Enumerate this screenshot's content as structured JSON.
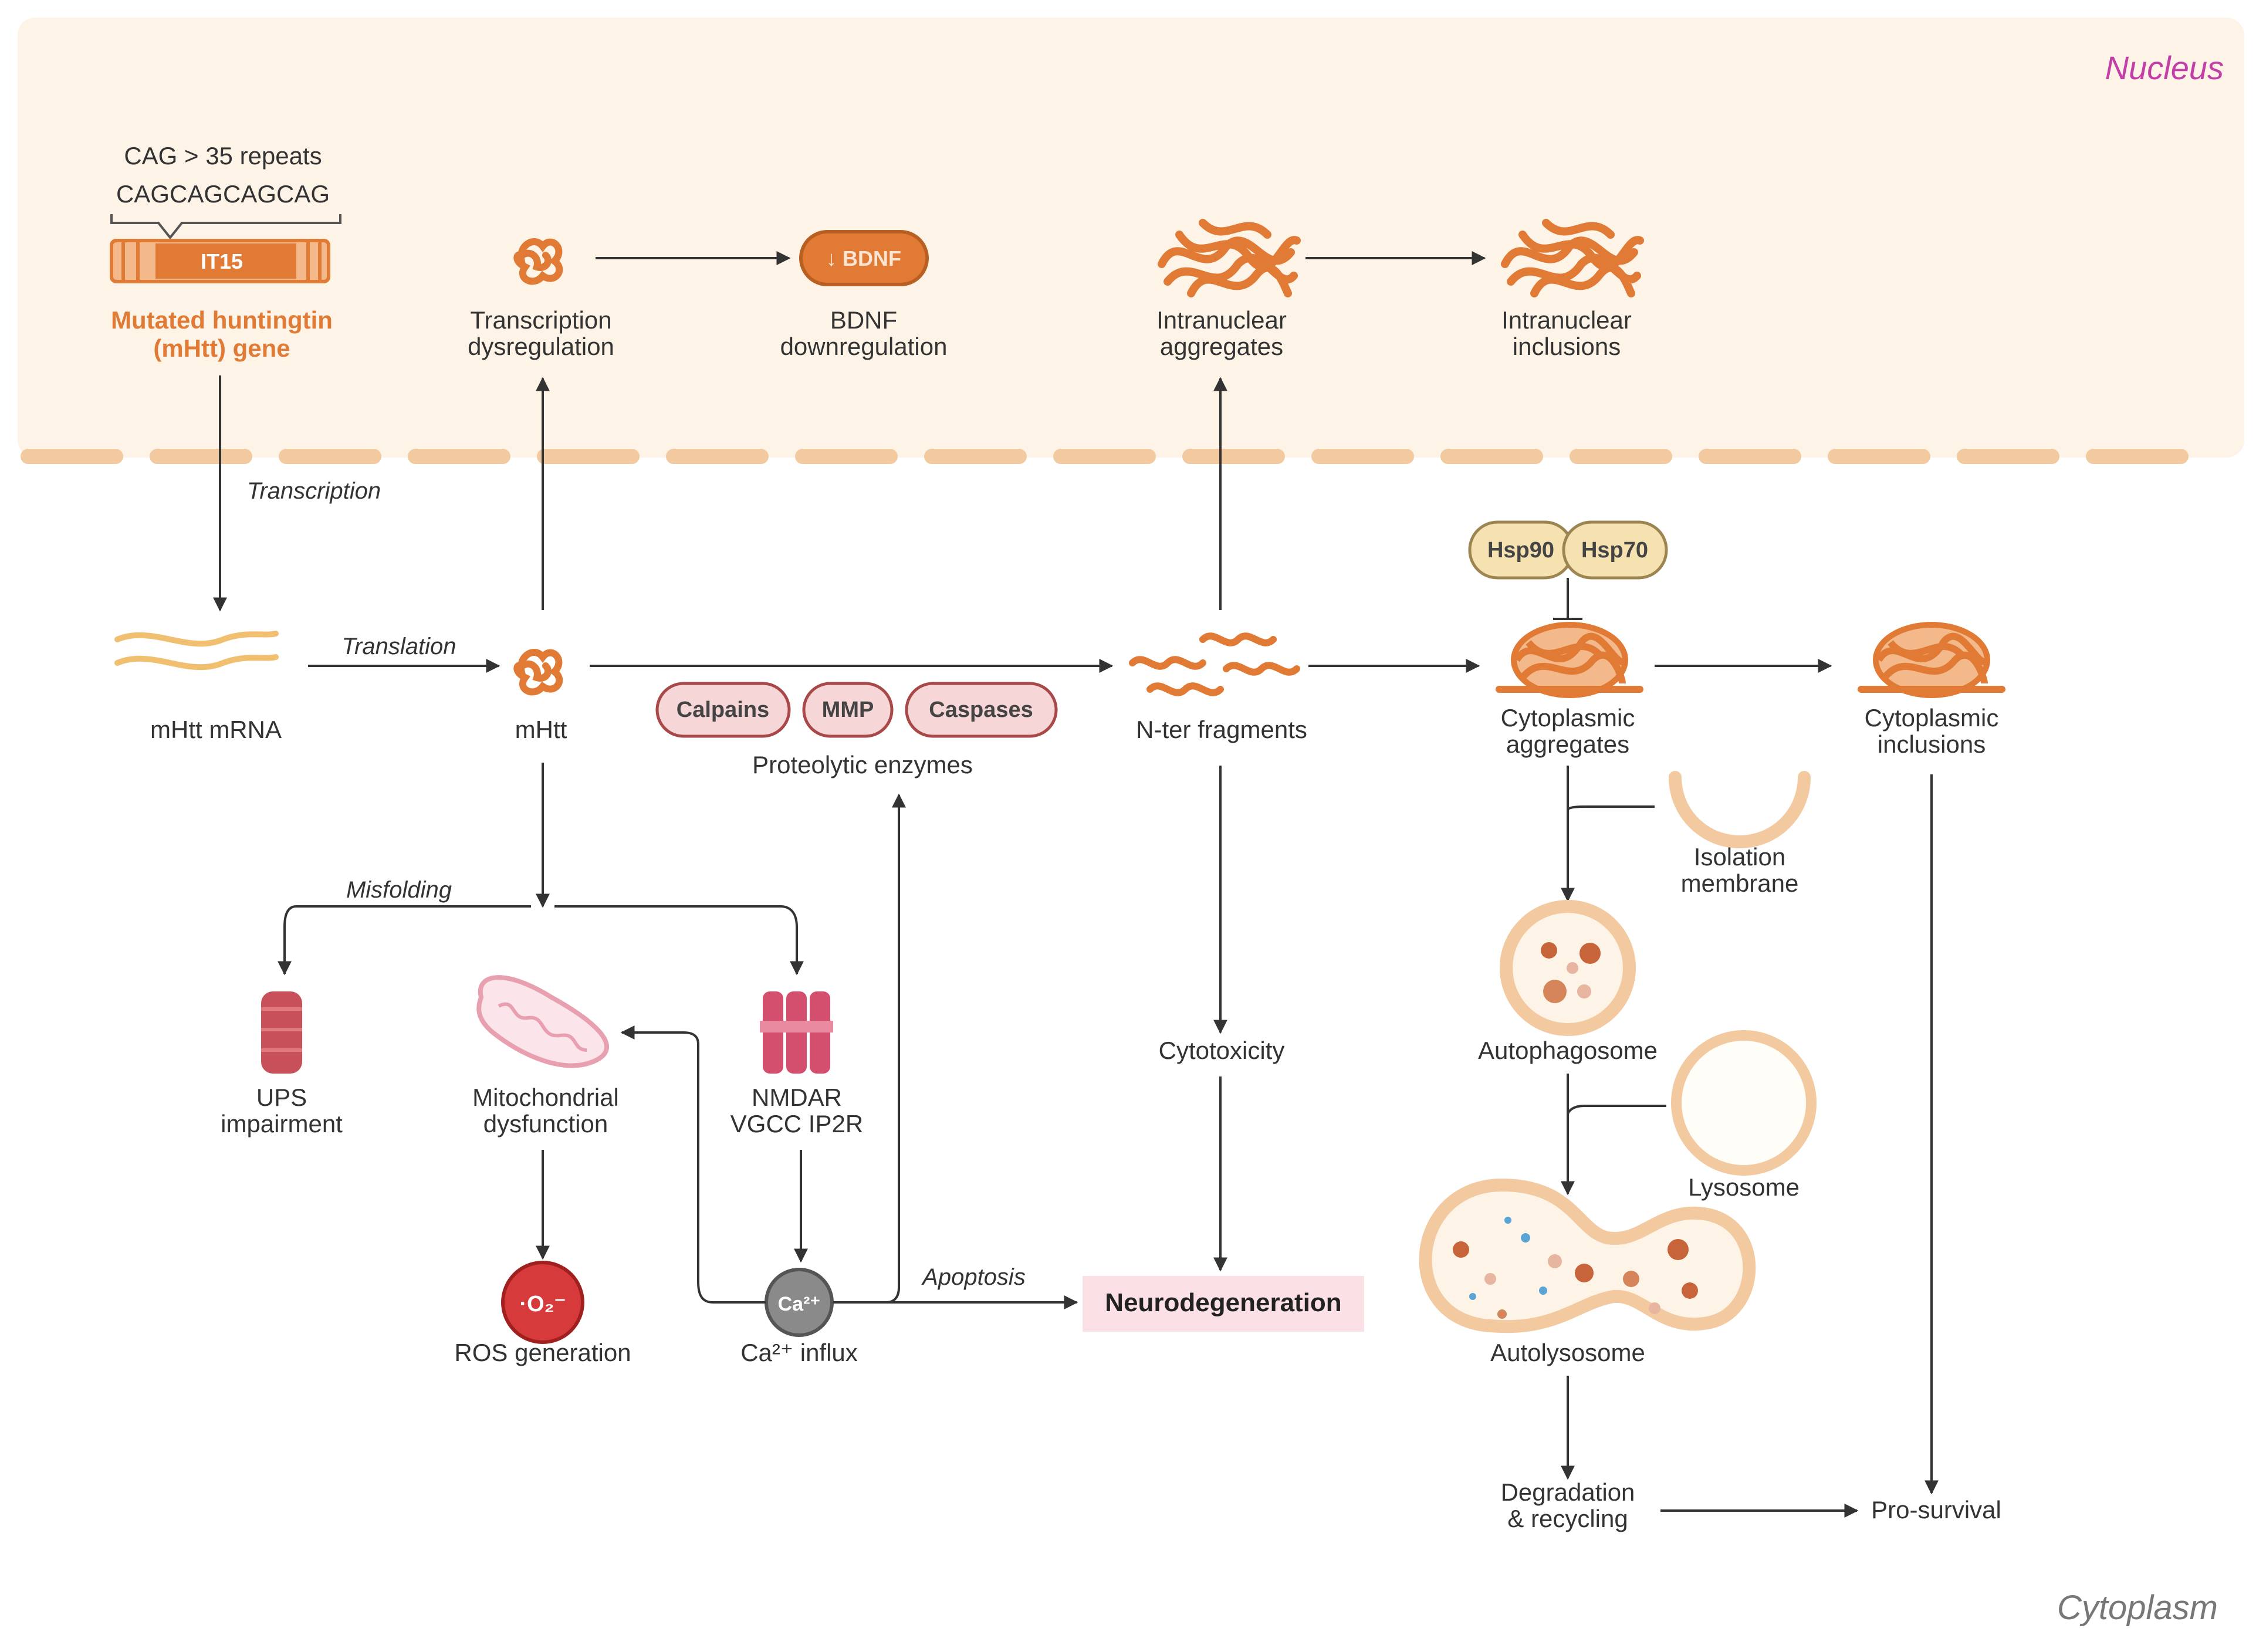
{
  "regions": {
    "nucleus": "Nucleus",
    "cytoplasm": "Cytoplasm"
  },
  "gene": {
    "repeats": "CAG > 35 repeats",
    "sequence": "CAGCAGCAGCAG",
    "name": "IT15",
    "label_line1": "Mutated huntingtin",
    "label_line2": "(mHtt) gene"
  },
  "nucleus_nodes": {
    "transcription_dysregulation": [
      "Transcription",
      "dysregulation"
    ],
    "bdnf_pill": "↓ BDNF",
    "bdnf_downregulation": [
      "BDNF",
      "downregulation"
    ],
    "intranuclear_aggregates": [
      "Intranuclear",
      "aggregates"
    ],
    "intranuclear_inclusions": [
      "Intranuclear",
      "inclusions"
    ]
  },
  "process_labels": {
    "transcription": "Transcription",
    "translation": "Translation",
    "misfolding": "Misfolding",
    "apoptosis": "Apoptosis"
  },
  "cytoplasm_nodes": {
    "mrna": "mHtt mRNA",
    "mhtt": "mHtt",
    "enzymes": [
      "Calpains",
      "MMP",
      "Caspases"
    ],
    "proteolytic_enzymes": "Proteolytic enzymes",
    "nter_fragments": "N-ter fragments",
    "hsp90": "Hsp90",
    "hsp70": "Hsp70",
    "cytoplasmic_aggregates": [
      "Cytoplasmic",
      "aggregates"
    ],
    "cytoplasmic_inclusions": [
      "Cytoplasmic",
      "inclusions"
    ],
    "isolation_membrane": [
      "Isolation",
      "membrane"
    ],
    "autophagosome": "Autophagosome",
    "lysosome": "Lysosome",
    "autolysosome": "Autolysosome",
    "degradation": [
      "Degradation",
      "& recycling"
    ],
    "pro_survival": "Pro-survival",
    "ups": [
      "UPS",
      "impairment"
    ],
    "mito": [
      "Mitochondrial",
      "dysfunction"
    ],
    "nmdar": [
      "NMDAR",
      "VGCC IP2R"
    ],
    "ros_symbol": "·O₂⁻",
    "ros": "ROS generation",
    "ca_symbol": "Ca²⁺",
    "ca_influx": "Ca²⁺ influx",
    "cytotoxicity": "Cytotoxicity",
    "neurodegeneration": "Neurodegeneration"
  },
  "colors": {
    "nucleus_bg": "#fdf3e7",
    "protein_orange": "#e07a34",
    "nucleus_label": "#c43ea8",
    "enzyme_pill": "#f6d6d6",
    "hsp_pill": "#f5e2b0",
    "neuro_bg": "#fbe1e6",
    "ros_red": "#d63a3a",
    "ca_gray": "#8a8a8a"
  }
}
